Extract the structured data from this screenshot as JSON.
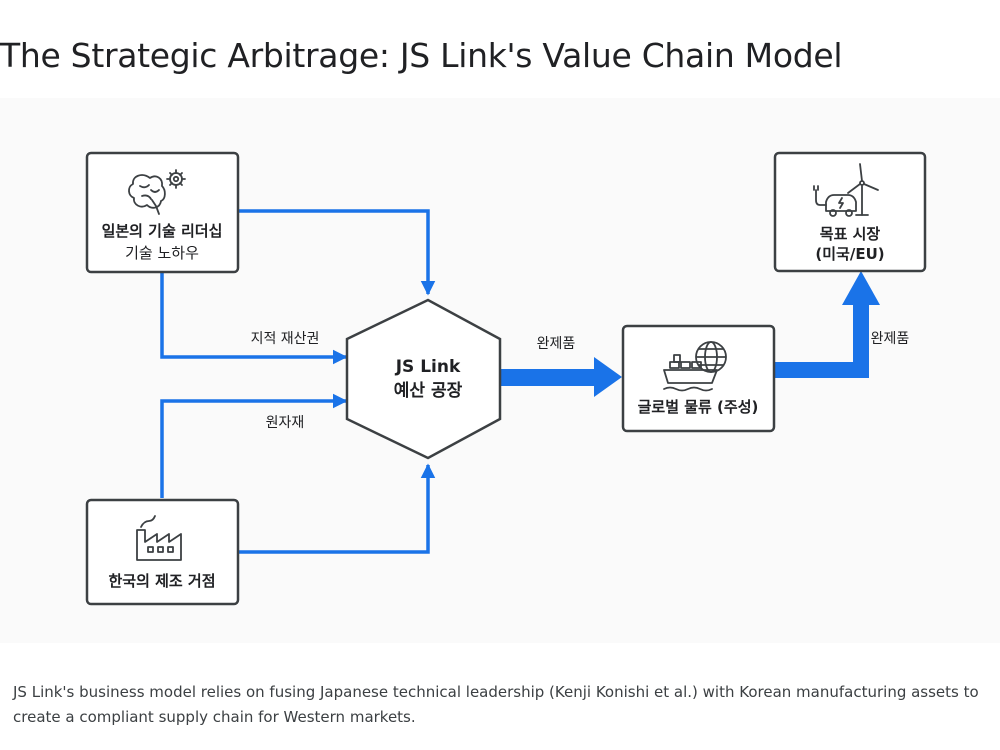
{
  "page_title": "The Strategic Arbitrage: JS Link's Value Chain Model",
  "caption": "JS Link's business model relies on fusing Japanese technical leadership (Kenji Konishi et al.) with Korean manufacturing assets to create a compliant supply chain for Western markets.",
  "diagram": {
    "japan_box": {
      "title": "일본의 기술 리더십",
      "subtitle": "기술 노하우",
      "icon": "brain-gear-icon"
    },
    "korea_box": {
      "title": "한국의 제조 거점",
      "icon": "factory-icon"
    },
    "factory_hex": {
      "line1": "JS Link",
      "line2": "예산 공장"
    },
    "logistics_box": {
      "title": "글로벌 물류 (주성)",
      "icon": "ship-globe-icon"
    },
    "market_box": {
      "title_line1": "목표 시장",
      "title_line2": "(미국/EU)",
      "icon": "ev-wind-turbine-icon"
    },
    "labels": {
      "ip": "지적 재산권",
      "raw_materials": "원자재",
      "finished_goods_1": "완제품",
      "finished_goods_2": "완제품"
    },
    "colors": {
      "arrow": "#1a73e8",
      "box_border": "#3c4043",
      "panel": "#fafafa"
    }
  }
}
